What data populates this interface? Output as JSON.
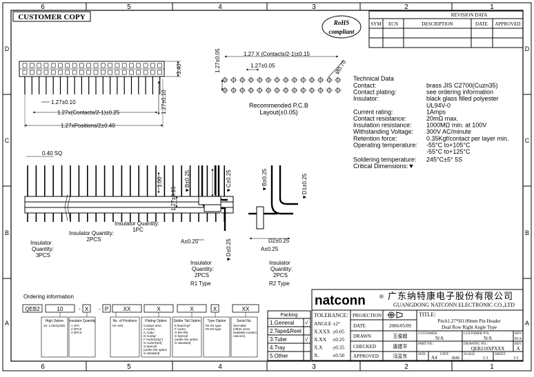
{
  "frame": {
    "top_columns": [
      "6",
      "5",
      "4",
      "3",
      "2",
      "1"
    ],
    "bottom_columns": [
      "6",
      "5",
      "4",
      "3",
      "2",
      "1"
    ],
    "left_rows": [
      "D",
      "C",
      "B",
      "A"
    ],
    "right_rows": [
      "D",
      "C",
      "B",
      "A"
    ]
  },
  "customer_copy": "CUSTOMER COPY",
  "rohs": {
    "line1": "RoHS",
    "line2": "compliant"
  },
  "revision": {
    "title": "REVISION DATA",
    "headers": [
      "SYM",
      "ECN",
      "DESCRIPTION",
      "DATE",
      "APPROVED"
    ]
  },
  "front_view": {
    "dim_height": "3.40",
    "dim_pitch": "1.27±0.10",
    "dim_contacts": "1.27x(Contacts/2-1)±0.25",
    "dim_positions": "1.27xPositions/2±0.40",
    "dim_side": "1.27±0.10"
  },
  "pcb": {
    "dim_contacts": "1.27 X (Contacts/2-1)±0.15",
    "dim_pitch_h": "1.27±0.05",
    "dim_pitch_v": "1.27±0.05",
    "dim_hole": "Ø0.70",
    "caption1": "Recommended  P.C.B",
    "caption2": "Layout(±0.05)"
  },
  "tech": {
    "title": "Technical  Data",
    "rows": [
      {
        "label": "Contact:",
        "value": "brass  JIS  C2700(Cuzn35)"
      },
      {
        "label": "Contact  plating:",
        "value": "see  ordering  information"
      },
      {
        "label": "Insulator:",
        "value": "black  glass  filled  polyester"
      },
      {
        "label": "",
        "value": "UL94V-0"
      },
      {
        "label": "Current  rating:",
        "value": "1Amps"
      },
      {
        "label": "Contact  resistance:",
        "value": "20mΩ  max."
      },
      {
        "label": "Insulation  resistance:",
        "value": "1000MΩ  min.  at  100V"
      },
      {
        "label": "Withstanding  Voltage:",
        "value": "300V  AC/minute"
      },
      {
        "label": "Retention  force:",
        "value": "0.35Kgf/contact  per  layer  min."
      },
      {
        "label": "Operating  temperature:",
        "value": "-55°C  to+105°C"
      },
      {
        "label": "",
        "value": "-55°C  to+125°C"
      },
      {
        "label": "Soldering  temperature:",
        "value": "245°C±5°  5S"
      },
      {
        "label": "Critical  Dimensions:▼",
        "value": ""
      }
    ]
  },
  "side_view": {
    "dim_sq": "0.40  SQ",
    "dim_100": "1.00",
    "dim_pitch": "1.27±0.15",
    "ins1": [
      "Insulator  Quantity:",
      "1PC"
    ],
    "ins2": [
      "Insulator  Quantity:",
      "2PCS"
    ],
    "ins3": [
      "Insulator",
      "Quantity:",
      "3PCS"
    ]
  },
  "r1": {
    "b": "▼B±0.25",
    "c": "▼C±0.25",
    "a": "A±0.25",
    "d": "▼D±0.25",
    "ins": [
      "Insulator",
      "Quantity:",
      "2PCS"
    ],
    "type": "R1  Type"
  },
  "r2": {
    "b": "▼B±0.25",
    "d1": "▼D1±0.25",
    "d2": "D2±0.25",
    "a": "A±0.25",
    "ins": [
      "Insulator",
      "Quantity:",
      "2PCS"
    ],
    "type": "R2  Type"
  },
  "ordering": {
    "title": "Ordering  information",
    "codes": [
      "QEB2",
      "10",
      "X",
      "P",
      "XX",
      "X",
      "X",
      "X",
      "XX"
    ],
    "seps": [
      "-",
      "-"
    ],
    "desc": [
      {
        "t": "High Option",
        "lines": [
          "10: 1.0mm(Std)"
        ]
      },
      {
        "t": "Insulator Quantity",
        "lines": [
          "1    1PC",
          "2    2PCS",
          "3    3PCS"
        ]
      },
      {
        "t": "No. of Positions",
        "lines": [
          "02~100"
        ]
      },
      {
        "t": "Plating Option",
        "lines": [
          "Contact area",
          "A    Au/Sn",
          "C    Au5μ\"",
          "D    Au15μ\"",
          "F    Au/Sn(10μ\")",
          "G    Au/Sn(Sel)",
          "S    Special",
          "(under the option",
          "is standard)"
        ]
      },
      {
        "t": "Solder Tail Option",
        "lines": [
          "E    Bare/AgT",
          "F    Au/Sn",
          "G    BH-/Pb",
          "S    Special",
          "(under the option",
          "is standard)"
        ]
      },
      {
        "t": "Type Option",
        "lines": [
          "R1    R1 type",
          "R2    R2 type"
        ]
      },
      {
        "t": "Serial No.",
        "lines": [
          "See table",
          "(Other sizes",
          "available-contact",
          "natconn)"
        ]
      }
    ]
  },
  "packing": {
    "title": "Packing",
    "items": [
      {
        "label": "1.General",
        "mark": "√"
      },
      {
        "label": "2.Tape&Reel",
        "mark": ""
      },
      {
        "label": "3.Tube",
        "mark": "√"
      },
      {
        "label": "4.Tray",
        "mark": ""
      },
      {
        "label": "5.Other",
        "mark": ""
      }
    ]
  },
  "tolerance": {
    "title": "TOLERANCE:",
    "rows": [
      {
        "k": "ANGLE ±2°",
        "v": ""
      },
      {
        "k": "X.XXX",
        "v": "±0.05"
      },
      {
        "k": "X.XX",
        "v": "±0.25"
      },
      {
        "k": "X.X",
        "v": "±0.35"
      },
      {
        "k": "X.",
        "v": "±0.50"
      }
    ]
  },
  "company": {
    "logo": "natconn",
    "reg": "®",
    "name_cn": "广东纳特康电子股份有限公司",
    "name_en": "GUANGDONG NATCONN ELECTRONIC CO.,LTD"
  },
  "titleblock": {
    "projection": "PROJECTION",
    "title_label": "TITLE:",
    "title1": "Pitch1.27*H1.00mm Pin Header",
    "title2": "Dual Row Right Angle Type",
    "date_label": "DATE",
    "date": "2006/05/09",
    "drawn_label": "DRAWN",
    "drawn": "王俊超",
    "checked_label": "CHECKED",
    "checked": "唐建平",
    "approved_label": "APPROVED",
    "approved": "冯显东",
    "customer_label": "CUSTOMER:",
    "customer": "N/A",
    "customer_pn_label": "CUSTOMER P/N:",
    "customer_pn": "N/A",
    "rev_label": "REV.",
    "rev1": "N/A",
    "part_no_label": "PART NO.:",
    "part_no": "",
    "drawing_no_label": "DRAWING NO.:",
    "drawing_no": "QEB210XPXXX",
    "rev2": "A",
    "size_label": "SIZE:",
    "size": "A4",
    "unit_label": "UNIT:",
    "unit": "mm",
    "scale_label": "SCALE:",
    "scale": "1:1",
    "sheet_label": "SHEET:",
    "sheet": "1/1"
  }
}
